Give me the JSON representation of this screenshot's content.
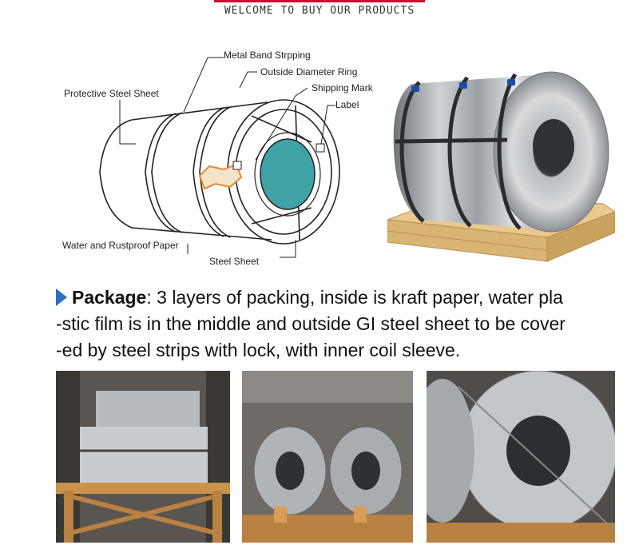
{
  "header": {
    "welcome": "WELCOME TO BUY OUR PRODUCTS",
    "accent_color": "#c8102e"
  },
  "diagram": {
    "labels": {
      "metal_band": "Metal Band Strpping",
      "outside_ring": "Outside Diameter Ring",
      "shipping_mark": "Shipping Mark",
      "label": "Label",
      "protective_sheet": "Protective Steel Sheet",
      "water_paper": "Water and Rustproof Paper",
      "steel_sheet": "Steel Sheet"
    }
  },
  "package": {
    "title": "Package",
    "colon": ": ",
    "line1": "3 layers of packing, inside is kraft paper, water pla",
    "line2": "-stic film is in the middle and outside GI steel sheet to be cover",
    "line3": "-ed by steel strips with lock, with inner coil sleeve.",
    "arrow_color": "#2b6fbf"
  }
}
